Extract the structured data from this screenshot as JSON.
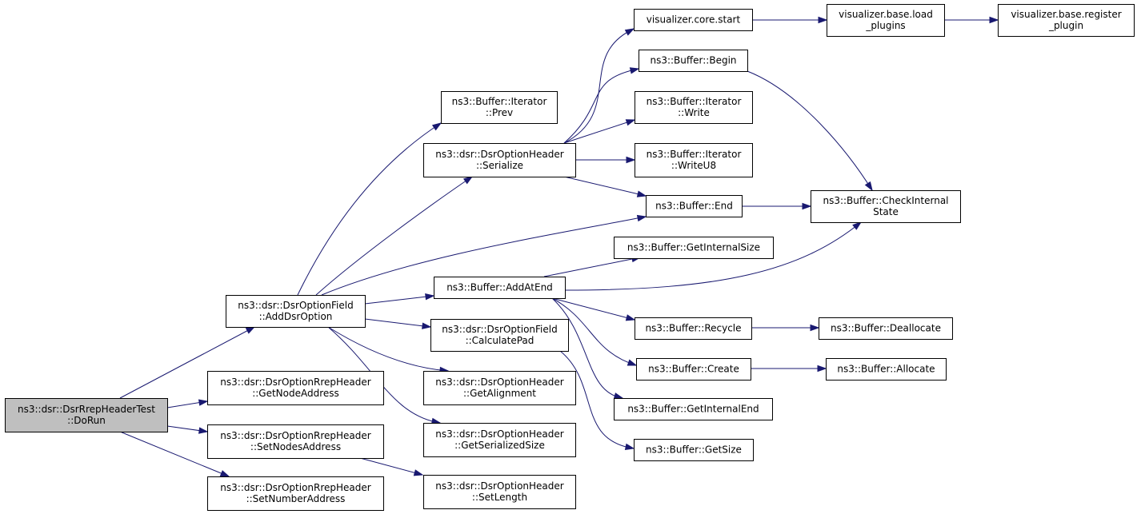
{
  "diagram": {
    "type": "call-graph",
    "nodes": [
      {
        "id": "dorun",
        "name": "node-dorun",
        "root": true,
        "lines": [
          "ns3::dsr::DsrRrepHeaderTest",
          "::DoRun"
        ]
      },
      {
        "id": "adddsr",
        "name": "node-add-dsr-option",
        "lines": [
          "ns3::dsr::DsrOptionField",
          "::AddDsrOption"
        ]
      },
      {
        "id": "getnodeaddr",
        "name": "node-get-node-address",
        "lines": [
          "ns3::dsr::DsrOptionRrepHeader",
          "::GetNodeAddress"
        ]
      },
      {
        "id": "setnodesaddr",
        "name": "node-set-nodes-address",
        "lines": [
          "ns3::dsr::DsrOptionRrepHeader",
          "::SetNodesAddress"
        ]
      },
      {
        "id": "setnumaddr",
        "name": "node-set-number-address",
        "lines": [
          "ns3::dsr::DsrOptionRrepHeader",
          "::SetNumberAddress"
        ]
      },
      {
        "id": "iterprev",
        "name": "node-iterator-prev",
        "lines": [
          "ns3::Buffer::Iterator",
          "::Prev"
        ]
      },
      {
        "id": "serialize",
        "name": "node-serialize",
        "lines": [
          "ns3::dsr::DsrOptionHeader",
          "::Serialize"
        ]
      },
      {
        "id": "addatend",
        "name": "node-add-at-end",
        "lines": [
          "ns3::Buffer::AddAtEnd"
        ]
      },
      {
        "id": "calcpad",
        "name": "node-calculate-pad",
        "lines": [
          "ns3::dsr::DsrOptionField",
          "::CalculatePad"
        ]
      },
      {
        "id": "getalign",
        "name": "node-get-alignment",
        "lines": [
          "ns3::dsr::DsrOptionHeader",
          "::GetAlignment"
        ]
      },
      {
        "id": "getsersize",
        "name": "node-get-serialized-size",
        "lines": [
          "ns3::dsr::DsrOptionHeader",
          "::GetSerializedSize"
        ]
      },
      {
        "id": "setlength",
        "name": "node-set-length",
        "lines": [
          "ns3::dsr::DsrOptionHeader",
          "::SetLength"
        ]
      },
      {
        "id": "vcorestart",
        "name": "node-visualizer-core-start",
        "lines": [
          "visualizer.core.start"
        ]
      },
      {
        "id": "begin",
        "name": "node-buffer-begin",
        "lines": [
          "ns3::Buffer::Begin"
        ]
      },
      {
        "id": "iterwrite",
        "name": "node-iterator-write",
        "lines": [
          "ns3::Buffer::Iterator",
          "::Write"
        ]
      },
      {
        "id": "iterwriteu8",
        "name": "node-iterator-write-u8",
        "lines": [
          "ns3::Buffer::Iterator",
          "::WriteU8"
        ]
      },
      {
        "id": "end",
        "name": "node-buffer-end",
        "lines": [
          "ns3::Buffer::End"
        ]
      },
      {
        "id": "getintsize",
        "name": "node-get-internal-size",
        "lines": [
          "ns3::Buffer::GetInternalSize"
        ]
      },
      {
        "id": "recycle",
        "name": "node-buffer-recycle",
        "lines": [
          "ns3::Buffer::Recycle"
        ]
      },
      {
        "id": "create",
        "name": "node-buffer-create",
        "lines": [
          "ns3::Buffer::Create"
        ]
      },
      {
        "id": "getintend",
        "name": "node-get-internal-end",
        "lines": [
          "ns3::Buffer::GetInternalEnd"
        ]
      },
      {
        "id": "getsize",
        "name": "node-buffer-get-size",
        "lines": [
          "ns3::Buffer::GetSize"
        ]
      },
      {
        "id": "loadplugins",
        "name": "node-visualizer-load-plugins",
        "lines": [
          "visualizer.base.load",
          "_plugins"
        ]
      },
      {
        "id": "registerplugin",
        "name": "node-visualizer-register-plugin",
        "lines": [
          "visualizer.base.register",
          "_plugin"
        ]
      },
      {
        "id": "checkinternal",
        "name": "node-check-internal-state",
        "lines": [
          "ns3::Buffer::CheckInternal",
          "State"
        ]
      },
      {
        "id": "deallocate",
        "name": "node-buffer-deallocate",
        "lines": [
          "ns3::Buffer::Deallocate"
        ]
      },
      {
        "id": "allocate",
        "name": "node-buffer-allocate",
        "lines": [
          "ns3::Buffer::Allocate"
        ]
      }
    ],
    "edges": [
      {
        "from": "dorun",
        "to": "adddsr"
      },
      {
        "from": "dorun",
        "to": "getnodeaddr"
      },
      {
        "from": "dorun",
        "to": "setnodesaddr"
      },
      {
        "from": "dorun",
        "to": "setnumaddr"
      },
      {
        "from": "adddsr",
        "to": "iterprev"
      },
      {
        "from": "adddsr",
        "to": "serialize"
      },
      {
        "from": "adddsr",
        "to": "end"
      },
      {
        "from": "adddsr",
        "to": "addatend"
      },
      {
        "from": "adddsr",
        "to": "calcpad"
      },
      {
        "from": "adddsr",
        "to": "getalign"
      },
      {
        "from": "adddsr",
        "to": "getsersize"
      },
      {
        "from": "setnodesaddr",
        "to": "setlength"
      },
      {
        "from": "serialize",
        "to": "vcorestart"
      },
      {
        "from": "serialize",
        "to": "begin"
      },
      {
        "from": "serialize",
        "to": "iterwrite"
      },
      {
        "from": "serialize",
        "to": "iterwriteu8"
      },
      {
        "from": "serialize",
        "to": "end"
      },
      {
        "from": "addatend",
        "to": "getintsize"
      },
      {
        "from": "addatend",
        "to": "checkinternal"
      },
      {
        "from": "addatend",
        "to": "recycle"
      },
      {
        "from": "addatend",
        "to": "create"
      },
      {
        "from": "addatend",
        "to": "getintend"
      },
      {
        "from": "calcpad",
        "to": "getsize"
      },
      {
        "from": "vcorestart",
        "to": "loadplugins"
      },
      {
        "from": "loadplugins",
        "to": "registerplugin"
      },
      {
        "from": "begin",
        "to": "checkinternal"
      },
      {
        "from": "end",
        "to": "checkinternal"
      },
      {
        "from": "recycle",
        "to": "deallocate"
      },
      {
        "from": "create",
        "to": "allocate"
      }
    ]
  }
}
